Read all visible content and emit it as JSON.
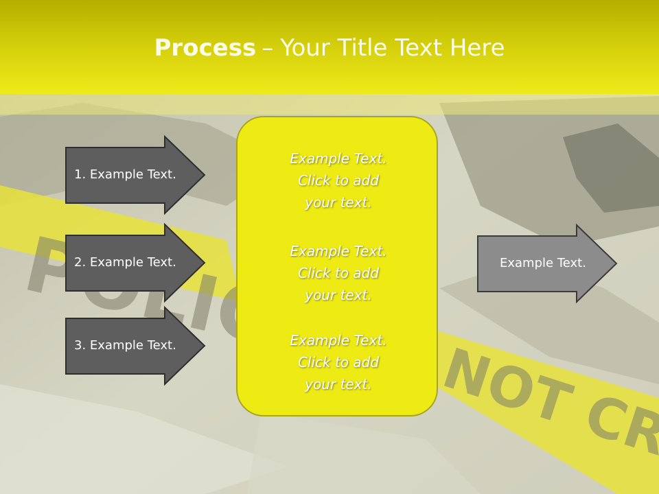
{
  "slide": {
    "title_bold": "Process",
    "title_dash": "–",
    "title_rest": "Your Title Text Here"
  },
  "left_arrows": [
    {
      "label": "1. Example Text."
    },
    {
      "label": "2. Example Text."
    },
    {
      "label": "3. Example Text."
    }
  ],
  "center_box": {
    "items": [
      {
        "line1": "Example Text.",
        "line2": "Click  to add",
        "line3": "your text."
      },
      {
        "line1": "Example Text.",
        "line2": "Click  to add",
        "line3": "your text."
      },
      {
        "line1": "Example Text.",
        "line2": "Click  to add",
        "line3": "your text."
      }
    ]
  },
  "right_arrow": {
    "label": "Example Text."
  },
  "background": {
    "tape_text_left": "POLICE L",
    "tape_text_right": "NOT CROSS"
  },
  "colors": {
    "title_bar": "#d2cd0a",
    "box_fill": "#eeea14",
    "dark_arrow": "#5e5e5e",
    "light_arrow": "#8c8c8c",
    "tape": "#e6e23a"
  }
}
